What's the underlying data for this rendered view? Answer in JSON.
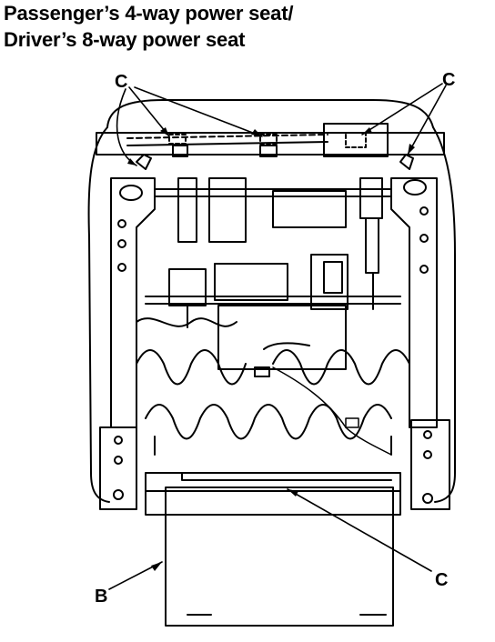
{
  "title": {
    "line1": "Passenger’s 4-way power seat/",
    "line2": "Driver’s 8-way power seat"
  },
  "callouts": {
    "c_top_left": "C",
    "c_top_right": "C",
    "c_bottom_right": "C",
    "b_bottom_left": "B"
  }
}
